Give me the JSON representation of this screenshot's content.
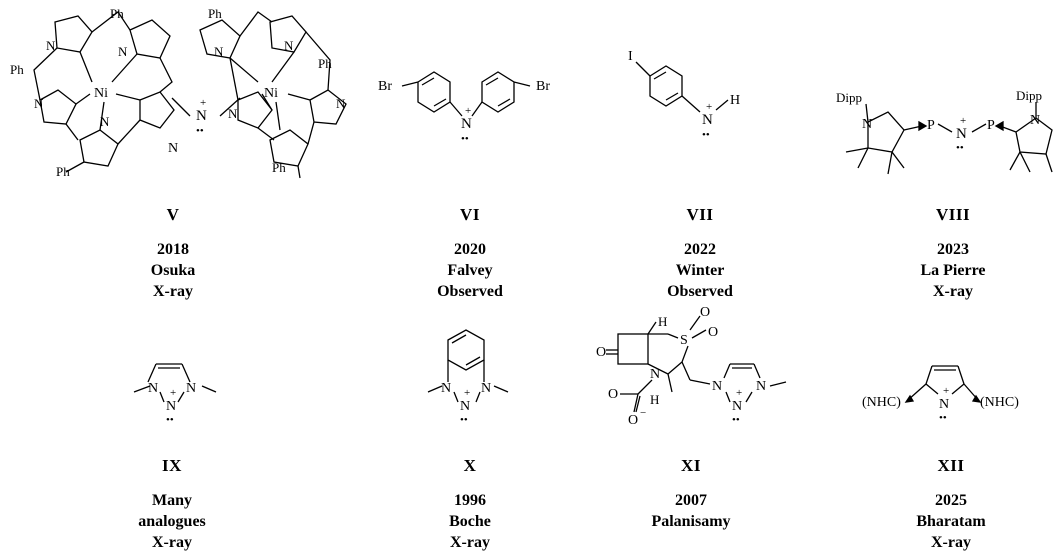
{
  "compounds": [
    {
      "id": "V",
      "lines": [
        "2018",
        "Osuka",
        "X-ray"
      ],
      "atoms": {
        "ph1": "Ph",
        "ph2": "Ph",
        "ph3": "Ph",
        "ph4": "Ph",
        "ph5": "Ph",
        "ph6": "Ph",
        "ni1": "Ni",
        "ni2": "Ni",
        "n": "N",
        "plus": "+",
        "lp": "••",
        "n1": "N",
        "n2": "N",
        "n3": "N",
        "n4": "N",
        "n5": "N",
        "n6": "N",
        "n7": "N",
        "n8": "N"
      }
    },
    {
      "id": "VI",
      "lines": [
        "2020",
        "Falvey",
        "Observed"
      ],
      "atoms": {
        "br1": "Br",
        "br2": "Br",
        "n": "N",
        "plus": "+",
        "lp": "••"
      }
    },
    {
      "id": "VII",
      "lines": [
        "2022",
        "Winter",
        "Observed"
      ],
      "atoms": {
        "i": "I",
        "n": "N",
        "h": "H",
        "plus": "+",
        "lp": "••"
      }
    },
    {
      "id": "VIII",
      "lines": [
        "2023",
        "La Pierre",
        "X-ray"
      ],
      "atoms": {
        "dipp1": "Dipp",
        "dipp2": "Dipp",
        "n1": "N",
        "n2": "N",
        "p1": "P",
        "p2": "P",
        "nc": "N",
        "plus": "+",
        "lp": "••"
      }
    },
    {
      "id": "IX",
      "lines": [
        "Many",
        "analogues",
        "X-ray"
      ],
      "atoms": {
        "n1": "N",
        "n2": "N",
        "n3": "N",
        "plus": "+",
        "lp": "••"
      }
    },
    {
      "id": "X",
      "lines": [
        "1996",
        "Boche",
        "X-ray"
      ],
      "atoms": {
        "n1": "N",
        "n2": "N",
        "n3": "N",
        "plus": "+",
        "lp": "••"
      }
    },
    {
      "id": "XI",
      "lines": [
        "2007",
        "Palanisamy"
      ],
      "atoms": {
        "o1": "O",
        "o2": "O",
        "o3": "O",
        "s": "S",
        "h1": "H",
        "h2": "H",
        "n": "N",
        "o4": "O",
        "o5": "O",
        "minus": "−",
        "tn1": "N",
        "tn2": "N",
        "tn3": "N",
        "plus": "+",
        "lp": "••"
      }
    },
    {
      "id": "XII",
      "lines": [
        "2025",
        "Bharatam",
        "X-ray"
      ],
      "atoms": {
        "nhc1": "(NHC)",
        "nhc2": "(NHC)",
        "n": "N",
        "plus": "+",
        "lp": "••"
      }
    }
  ],
  "colors": {
    "ink": "#000000",
    "background": "#ffffff"
  }
}
